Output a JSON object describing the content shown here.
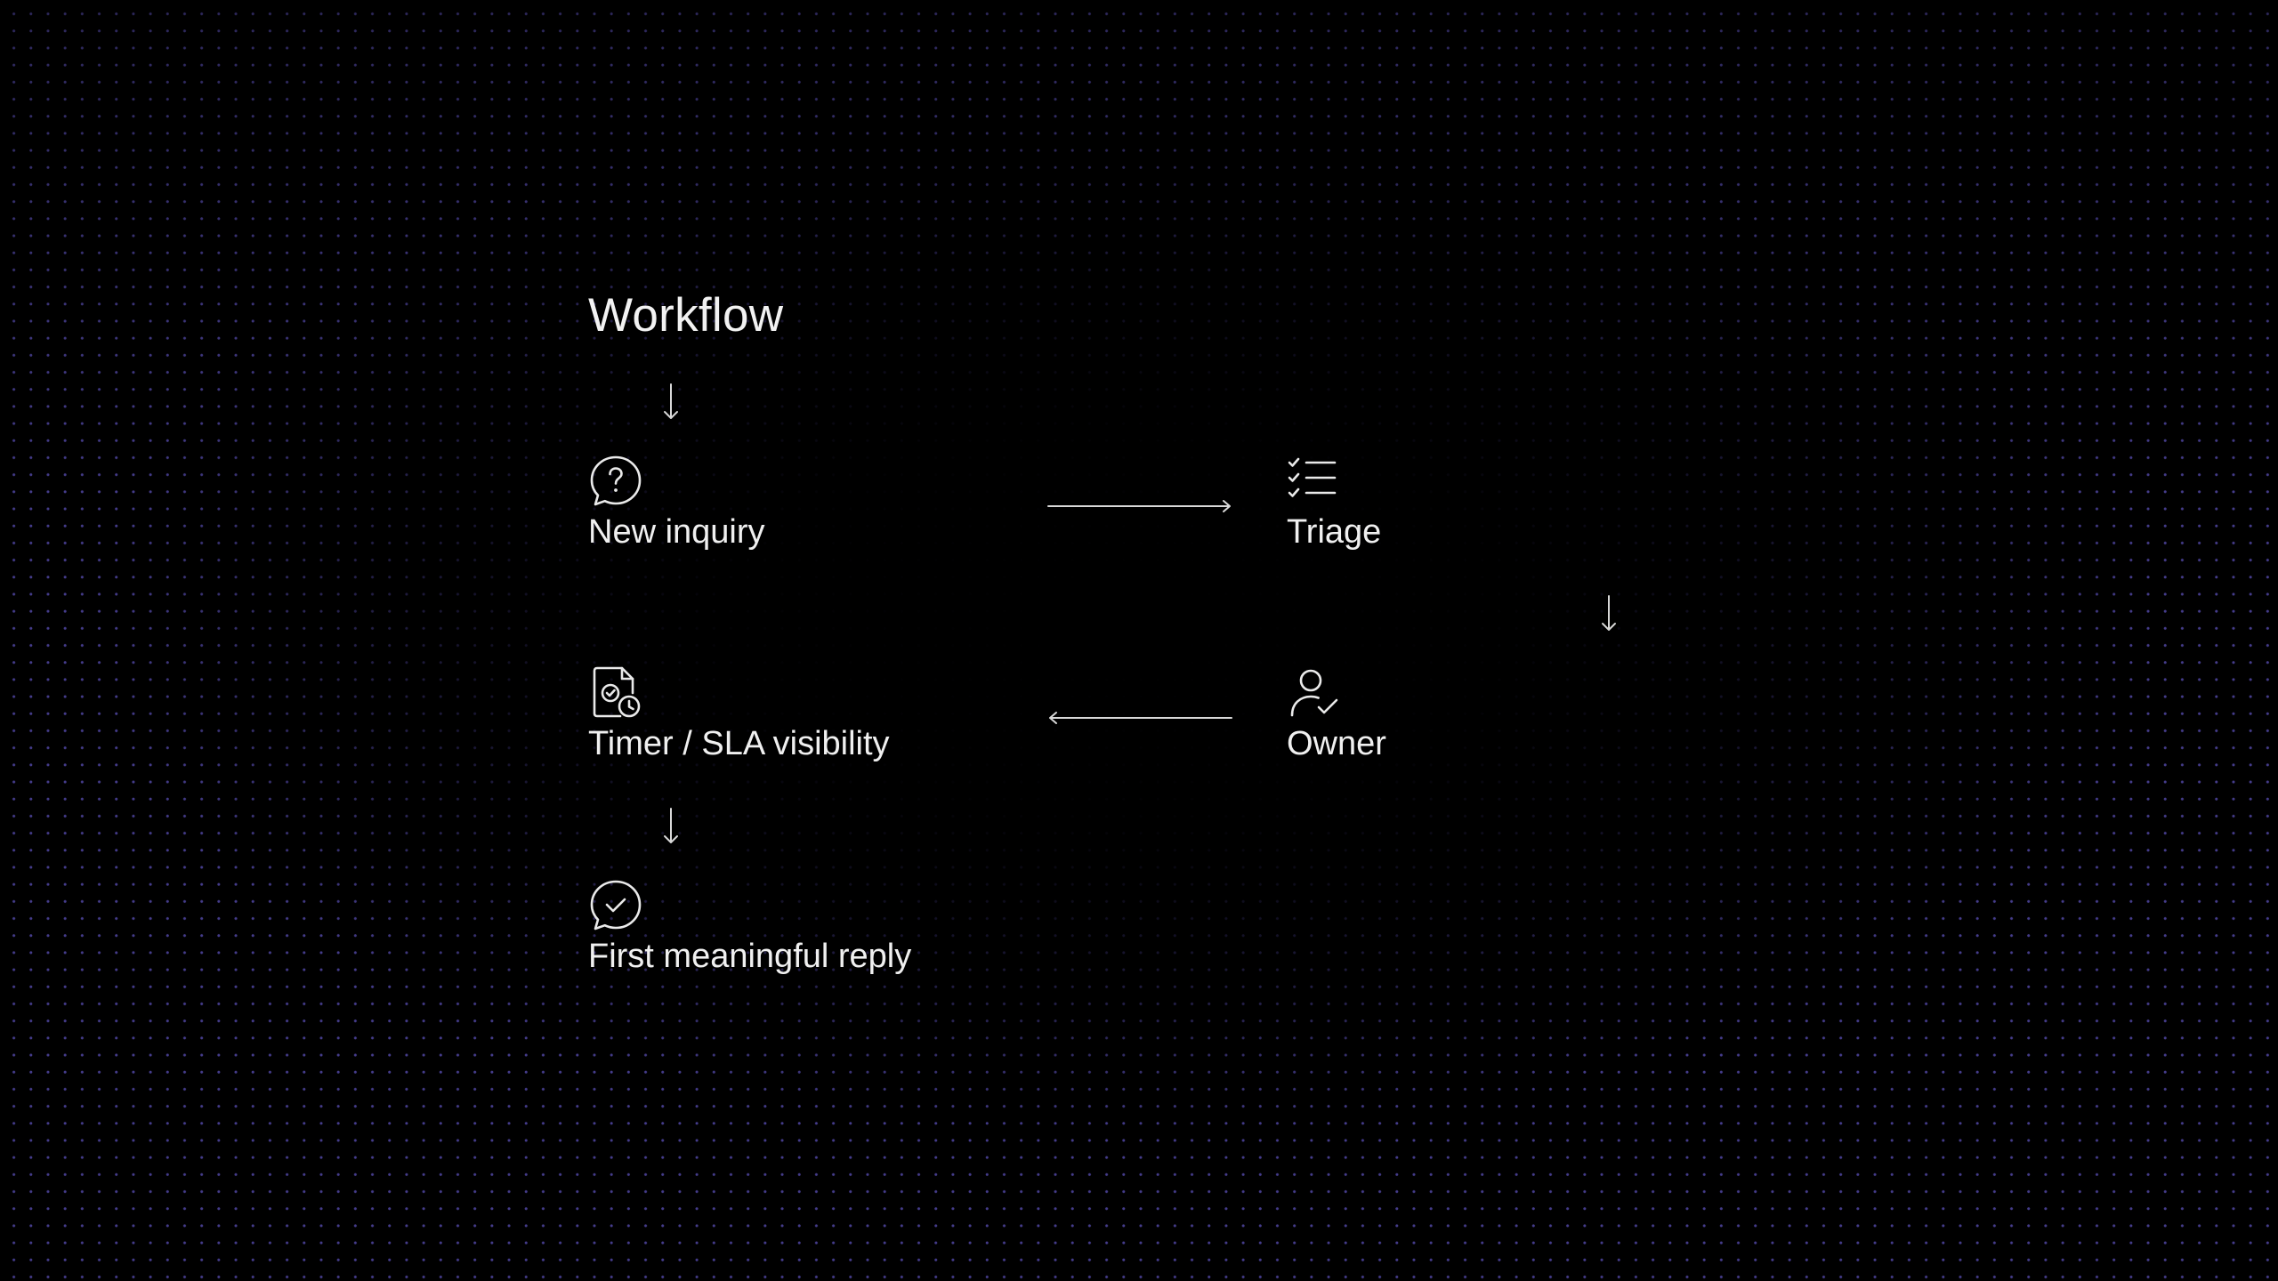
{
  "diagram": {
    "title": "Workflow",
    "nodes": {
      "new_inquiry": {
        "label": "New inquiry",
        "icon": "question-chat-icon"
      },
      "triage": {
        "label": "Triage",
        "icon": "checklist-icon"
      },
      "owner": {
        "label": "Owner",
        "icon": "user-check-icon"
      },
      "timer_sla": {
        "label": "Timer / SLA visibility",
        "icon": "document-clock-icon"
      },
      "first_reply": {
        "label": "First meaningful reply",
        "icon": "check-chat-icon"
      }
    },
    "edges": [
      {
        "from": "title",
        "to": "new_inquiry",
        "direction": "down"
      },
      {
        "from": "new_inquiry",
        "to": "triage",
        "direction": "right"
      },
      {
        "from": "triage",
        "to": "owner",
        "direction": "down"
      },
      {
        "from": "owner",
        "to": "timer_sla",
        "direction": "left"
      },
      {
        "from": "timer_sla",
        "to": "first_reply",
        "direction": "down"
      }
    ]
  },
  "colors": {
    "background": "#000000",
    "text": "#f0f0f0",
    "grid_dot": "#7d6eff"
  }
}
